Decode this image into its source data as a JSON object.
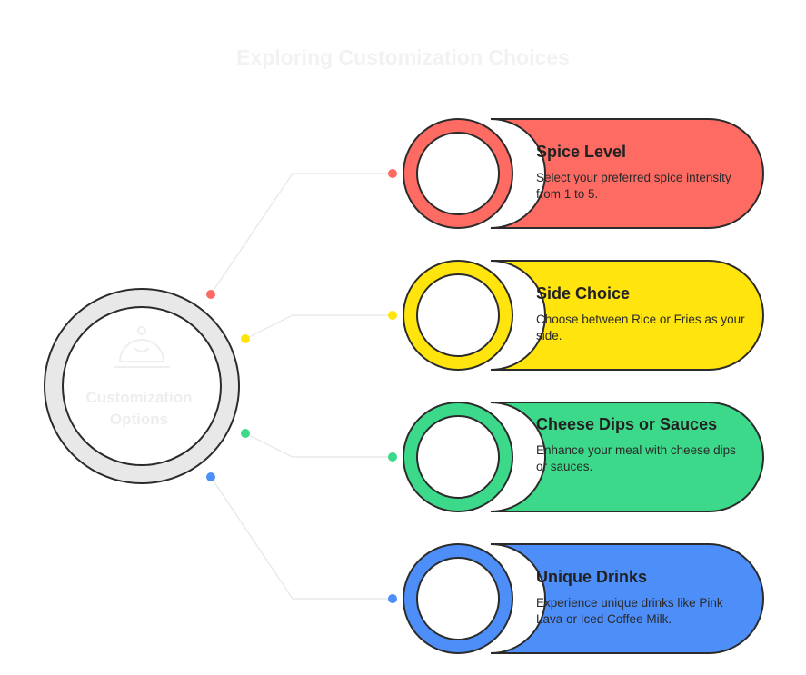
{
  "title": "Exploring Customization Choices",
  "hub": {
    "label": "Customization Options",
    "icon": "serving-cloche-icon"
  },
  "options": [
    {
      "title": "Spice Level",
      "description": "Select your preferred spice intensity from 1 to 5.",
      "color": "#fe6b63",
      "icon": "spicy-face-icon"
    },
    {
      "title": "Side Choice",
      "description": "Choose between Rice or Fries as your side.",
      "color": "#ffe40e",
      "icon": "rice-bowl-icon"
    },
    {
      "title": "Cheese Dips or Sauces",
      "description": "Enhance your meal with cheese dips or sauces.",
      "color": "#3dd98a",
      "icon": "cheese-icon"
    },
    {
      "title": "Unique Drinks",
      "description": "Experience unique drinks like Pink Lava or Iced Coffee Milk.",
      "color": "#4d8ef8",
      "icon": "iced-drinks-icon"
    }
  ]
}
